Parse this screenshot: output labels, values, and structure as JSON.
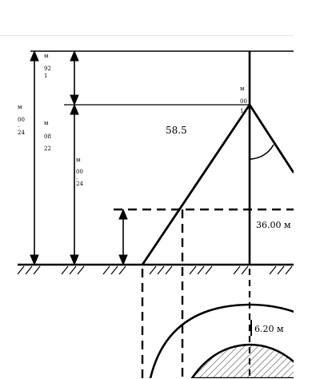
{
  "diagram": {
    "colors": {
      "line": "#000000",
      "background": "#ffffff",
      "panel_border": "#e6e6e6"
    },
    "labels": {
      "dim_left_outer": [
        "м",
        "00",
        ".",
        "24"
      ],
      "dim_top_small": [
        "м",
        "92",
        "1"
      ],
      "dim_mid": [
        "м",
        "08",
        "22"
      ],
      "dim_inner": [
        "м",
        "00",
        ".",
        "24"
      ],
      "dim_pole_top": [
        "м",
        "00",
        "1"
      ],
      "slope_value": "58.5",
      "height_right": "36.00 м",
      "radius_value": "6.20 м"
    }
  }
}
